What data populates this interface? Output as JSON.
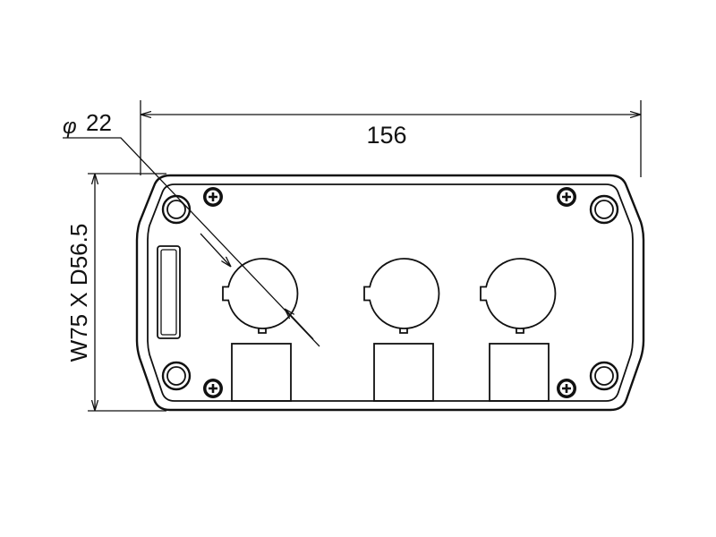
{
  "drawing": {
    "width_dimension": "156",
    "hole_diameter_symbol": "φ",
    "hole_diameter_value": "22",
    "side_dimension": "W75 X D56.5"
  }
}
